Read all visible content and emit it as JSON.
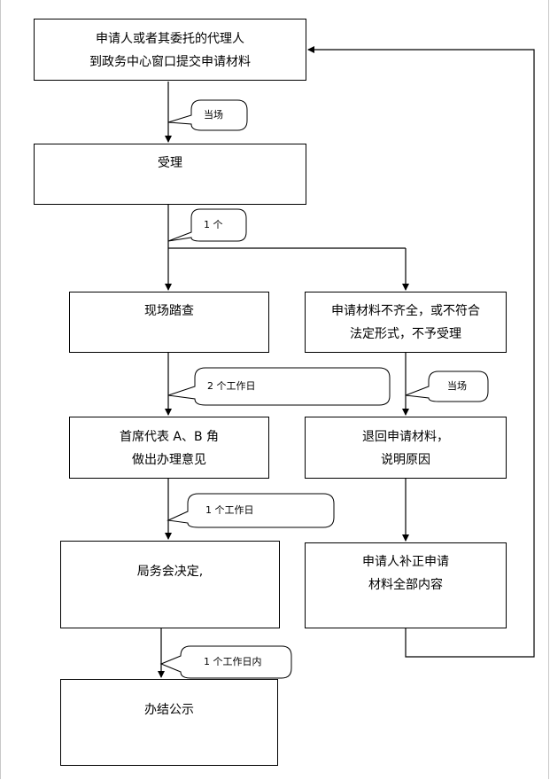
{
  "nodes": {
    "apply": {
      "line1": "申请人或者其委托的代理人",
      "line2": "到政务中心窗口提交申请材料"
    },
    "accept": {
      "line1": "受理"
    },
    "inspect": {
      "line1": "现场踏查"
    },
    "reject": {
      "line1": "申请材料不齐全，或不符合",
      "line2": "法定形式，不予受理"
    },
    "opinion": {
      "line1": "首席代表 A、B 角",
      "line2": "做出办理意见"
    },
    "return": {
      "line1": "退回申请材料，",
      "line2": "说明原因"
    },
    "decide": {
      "line1": "局务会决定,"
    },
    "supplement": {
      "line1": "申请人补正申请",
      "line2": "材料全部内容"
    },
    "publish": {
      "line1": "办结公示"
    }
  },
  "callouts": {
    "c1": "当场",
    "c2": "1 个",
    "c3": "2 个工作日",
    "c4": "当场",
    "c5": "1 个工作日",
    "c6": "1 个工作日内"
  }
}
